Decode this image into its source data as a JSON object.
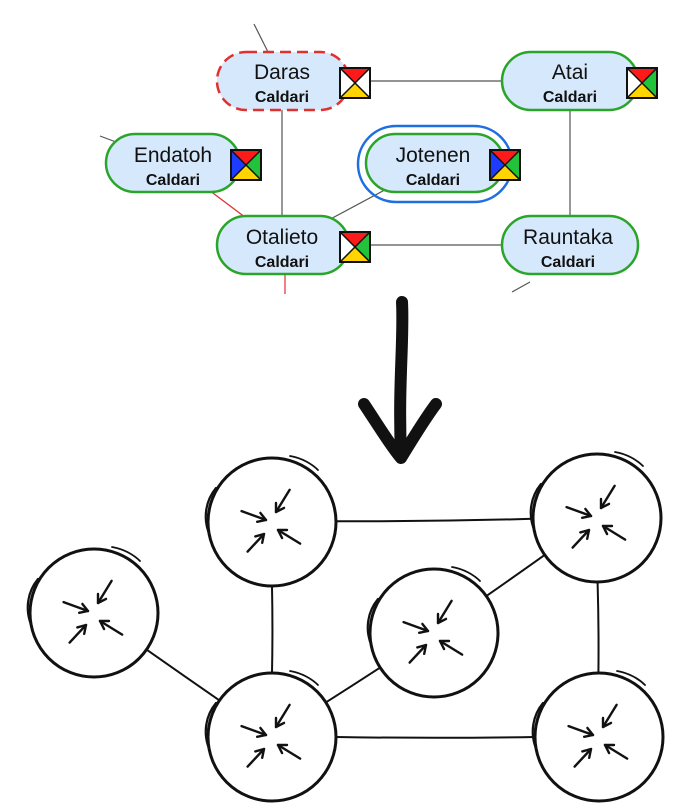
{
  "colors": {
    "node_fill": "#d6e8fb",
    "node_border": "#2aa52a",
    "dashed_border": "#e03131",
    "selected_ring": "#1f6fe0",
    "edge": "#555555",
    "red_edge": "#e03131",
    "status_icon": [
      "#ff1a1a",
      "#ffd400",
      "#22c33a",
      "#1e3cff"
    ]
  },
  "top_diagram": {
    "nodes": [
      {
        "id": "daras",
        "name": "Daras",
        "region": "Caldari",
        "icon": "status-icon-red-yellow",
        "dashed": true
      },
      {
        "id": "atai",
        "name": "Atai",
        "region": "Caldari",
        "icon": "status-icon-red-yellow-green"
      },
      {
        "id": "endatoh",
        "name": "Endatoh",
        "region": "Caldari",
        "icon": "status-icon-all-colors"
      },
      {
        "id": "jotenen",
        "name": "Jotenen",
        "region": "Caldari",
        "icon": "status-icon-all-colors",
        "selected": true
      },
      {
        "id": "otalieto",
        "name": "Otalieto",
        "region": "Caldari",
        "icon": "status-icon-red-yellow-green"
      },
      {
        "id": "rauntaka",
        "name": "Rauntaka",
        "region": "Caldari",
        "icon": "status-icon-empty"
      }
    ],
    "edges": [
      [
        "daras",
        "atai"
      ],
      [
        "daras",
        "otalieto"
      ],
      [
        "atai",
        "rauntaka"
      ],
      [
        "otalieto",
        "rauntaka"
      ],
      [
        "otalieto",
        "jotenen"
      ],
      [
        "otalieto",
        "endatoh"
      ]
    ]
  },
  "arrow": {
    "icon": "arrow-down-icon"
  },
  "bottom_diagram": {
    "node_icon": "inward-arrows-icon",
    "nodes": [
      "node-top-left",
      "node-top-right",
      "node-left",
      "node-middle",
      "node-bottom-left",
      "node-bottom-right"
    ],
    "edges": [
      [
        "node-top-left",
        "node-top-right"
      ],
      [
        "node-top-left",
        "node-bottom-left"
      ],
      [
        "node-left",
        "node-bottom-left"
      ],
      [
        "node-bottom-left",
        "node-middle"
      ],
      [
        "node-middle",
        "node-top-right"
      ],
      [
        "node-top-right",
        "node-bottom-right"
      ],
      [
        "node-bottom-left",
        "node-bottom-right"
      ]
    ]
  }
}
